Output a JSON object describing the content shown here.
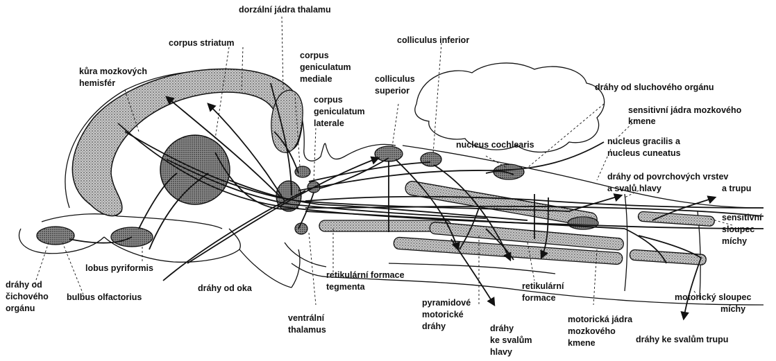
{
  "colors": {
    "ink": "#111111",
    "paper": "#ffffff",
    "nucleus_fill": "#9a9a9a",
    "tract_fill": "#b8b8b8"
  },
  "labels": {
    "dorzalni_jadra_thalamu": "dorzální jádra thalamu",
    "corpus_striatum": "corpus striatum",
    "corpus_geniculatum_mediale": [
      "corpus",
      "geniculatum",
      "mediale"
    ],
    "corpus_geniculatum_laterale": [
      "corpus",
      "geniculatum",
      "laterale"
    ],
    "colliculus_inferior": "colliculus inferior",
    "colliculus_superior": [
      "colliculus",
      "superior"
    ],
    "kura_mozkovych_hemisfer": [
      "kůra mozkových",
      "hemisfér"
    ],
    "drahy_od_sluchoveho_organu": "dráhy od sluchového orgánu",
    "sensitivni_jadra_mozkoveho_kmene": [
      "sensitivní jádra mozkového",
      "kmene"
    ],
    "nucleus_cochlearis": "nucleus cochlearis",
    "nucleus_gracilis_cuneatus": [
      "nucleus gracilis a",
      "nucleus cuneatus"
    ],
    "drahy_od_povrchovych_vrstev": [
      "dráhy od povrchových vrstev",
      "a svalů hlavy",
      "a trupu"
    ],
    "sensitivni_sloupec_michy": [
      "sensitivní",
      "sloupec",
      "míchy"
    ],
    "drahy_od_cichoveho_organu": [
      "dráhy od",
      "čichového",
      "orgánu"
    ],
    "lobus_pyriformis": "lobus pyriformis",
    "bulbus_olfactorius": "bulbus olfactorius",
    "drahy_od_oka": "dráhy od oka",
    "retikularni_formace_tegmenta": [
      "retikulární formace",
      "tegmenta"
    ],
    "retikularni_formace": [
      "retikulární",
      "formace"
    ],
    "pyramidove_motoricke_drahy": [
      "pyramidové",
      "motorické",
      "dráhy"
    ],
    "ventralni_thalamus": [
      "ventrální",
      "thalamus"
    ],
    "drahy_ke_svalum_hlavy": [
      "dráhy",
      "ke svalům",
      "hlavy"
    ],
    "motoricka_jadra_mozkoveho_kmene": [
      "motorická jádra",
      "mozkového",
      "kmene"
    ],
    "motoricky_sloupec_michy": [
      "motorický sloupec",
      "míchy"
    ],
    "drahy_ke_svalum_trupu": "dráhy ke svalům trupu"
  }
}
